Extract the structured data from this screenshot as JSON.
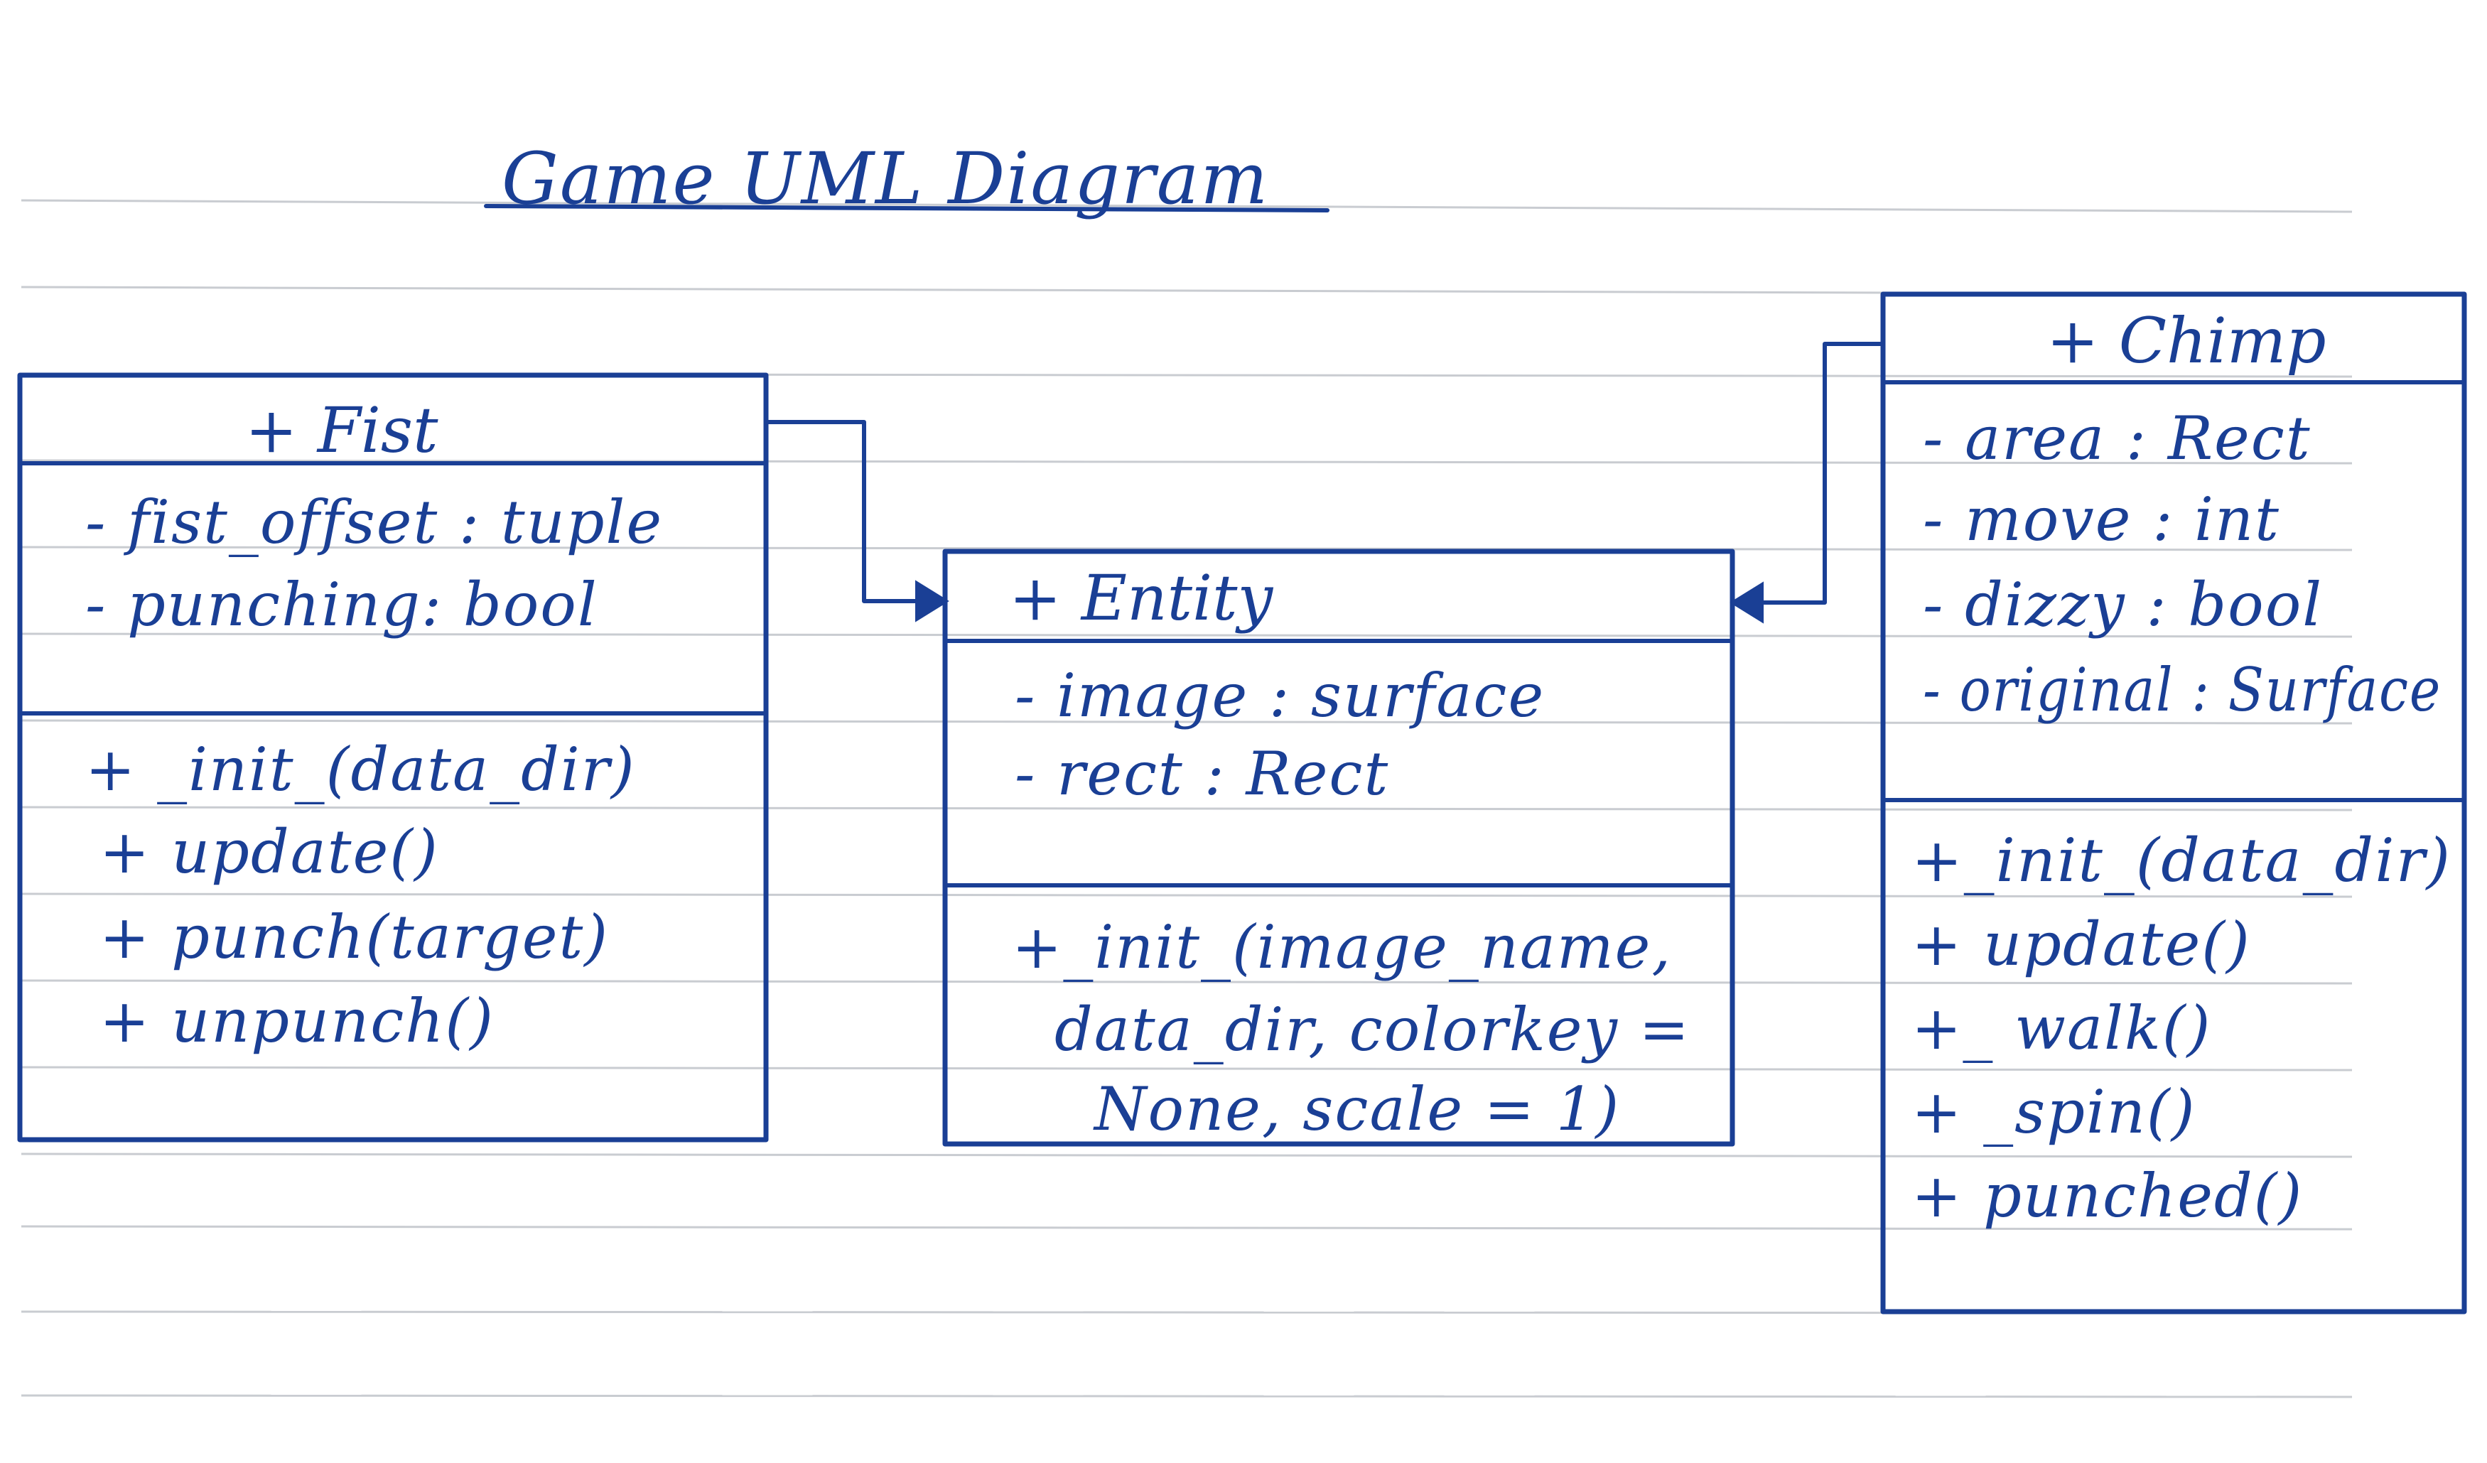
{
  "title": "Game UML Diagram",
  "classes": {
    "fist": {
      "name": "+ Fist",
      "attributes": [
        "- fist_offset : tuple",
        "- punching: bool"
      ],
      "methods": [
        "+ _init_(data_dir)",
        "+ update()",
        "+ punch(target)",
        "+ unpunch()"
      ]
    },
    "entity": {
      "name": "+ Entity",
      "attributes": [
        "- image : surface",
        "- rect : Rect"
      ],
      "methods": [
        "+_init_(image_name,",
        "data_dir, colorkey =",
        "None, scale = 1)"
      ]
    },
    "chimp": {
      "name": "+ Chimp",
      "attributes": [
        "- area : Rect",
        "- move : int",
        "- dizzy : bool",
        "- original : Surface"
      ],
      "methods": [
        "+_init_(data_dir)",
        "+ update()",
        "+_ walk()",
        "+ _spin()",
        "+ punched()"
      ]
    }
  },
  "colors": {
    "ink": "#1a3f95",
    "ruled_line": "#c9ccd1",
    "paper": "#ffffff"
  }
}
